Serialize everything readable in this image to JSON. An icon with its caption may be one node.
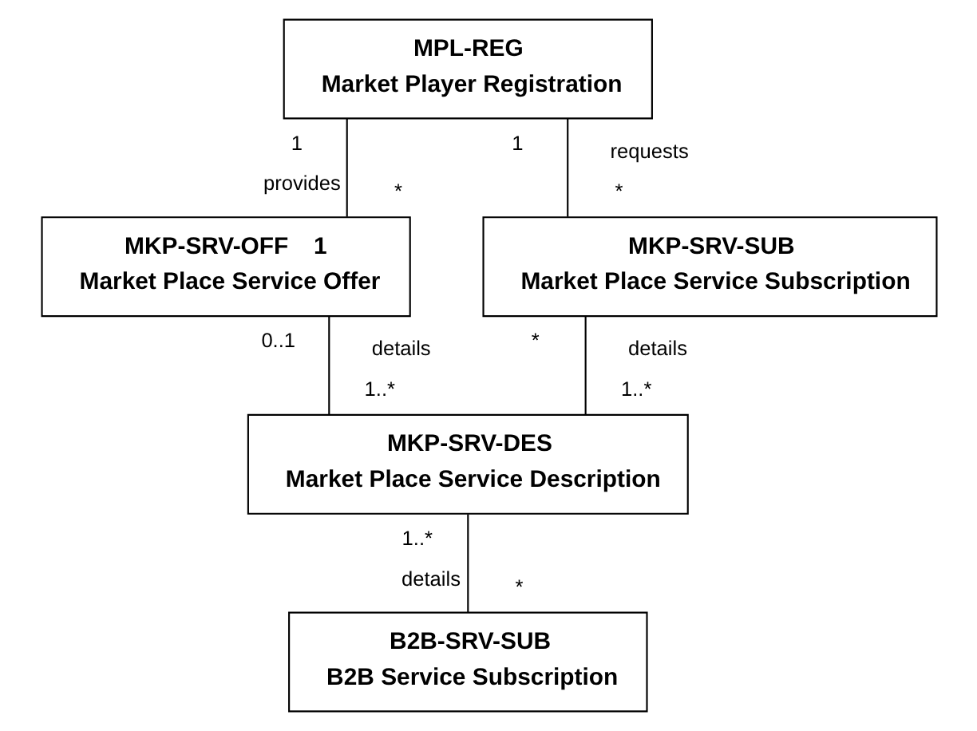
{
  "diagram": {
    "nodes": [
      {
        "text": [
          "MPL-REG",
          "Market Player Registration"
        ]
      },
      {
        "text": [
          "MKP-SRV-OFF",
          "Market Place Service Offer"
        ]
      },
      {
        "text": [
          "MKP-SRV-SUB",
          "Market Place Service Subscription"
        ]
      },
      {
        "text": [
          "MKP-SRV-DES",
          "Market Place Service Description"
        ]
      },
      {
        "text": [
          "B2B-SRV-SUB",
          "B2B Service Subscription"
        ]
      }
    ],
    "edges": [
      {
        "from": 0,
        "to": 1,
        "arrow": "none",
        "label": "provides"
      },
      {
        "from": 0,
        "to": 2,
        "arrow": "none",
        "label": "requests"
      },
      {
        "from": 1,
        "to": 3,
        "arrow": "none",
        "label": "details"
      },
      {
        "from": 2,
        "to": 3,
        "arrow": "none",
        "label": "details"
      },
      {
        "from": 3,
        "to": 4,
        "arrow": "none",
        "label": "details"
      }
    ],
    "labels": [
      "1",
      "1",
      "*",
      "*",
      "1",
      "0..1",
      "*",
      "1..*",
      "1..*",
      "1..*",
      "*"
    ]
  }
}
